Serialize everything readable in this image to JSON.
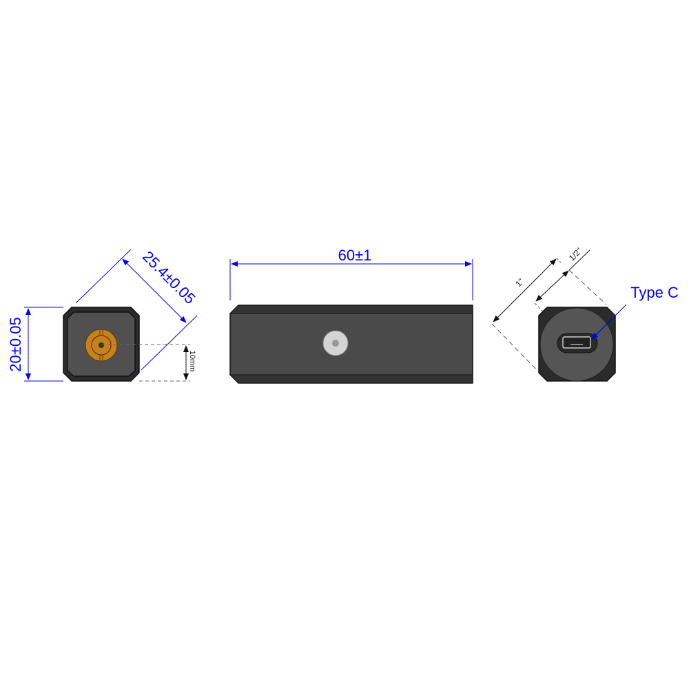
{
  "colors": {
    "dimension": "#0000ff",
    "body": "#4a4a4a",
    "outline": "#1a1a1a",
    "connector": "#c8801a"
  },
  "left_view": {
    "height_label": "20±0.05",
    "diagonal_label": "25.4±0.05",
    "offset_label": "10mm"
  },
  "side_view": {
    "length_label": "60±1"
  },
  "right_view": {
    "one_inch_label": "1\"",
    "half_inch_label": "1/2\"",
    "port_label": "Type C"
  }
}
